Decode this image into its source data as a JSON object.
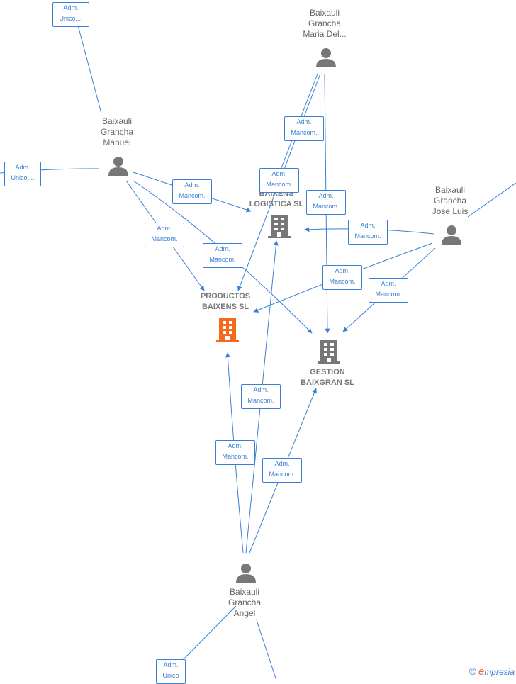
{
  "people": {
    "manuel": "Baixauli\nGrancha\nManuel",
    "maria": "Baixauli\nGrancha\nMaria Del...",
    "jose": "Baixauli\nGrancha\nJose Luis",
    "angel": "Baixauli\nGrancha\nAngel"
  },
  "companies": {
    "productos": "PRODUCTOS\nBAIXENS  SL",
    "logistica": "BAIXENS\nLOGISTICA  SL",
    "gestion": "GESTION\nBAIXGRAN  SL"
  },
  "roles": {
    "adm_unico_trunc": "Adm.\nUnico,...",
    "adm_mancom": "Adm.\nMancom.",
    "adm_unico": "Adm.\nUnico"
  },
  "brand": {
    "copyright": "©",
    "e": "e",
    "rest": "mpresia"
  },
  "colors": {
    "edge": "#3a7fd5",
    "person": "#777777",
    "company": "#777777",
    "main_company": "#f26b1d"
  }
}
